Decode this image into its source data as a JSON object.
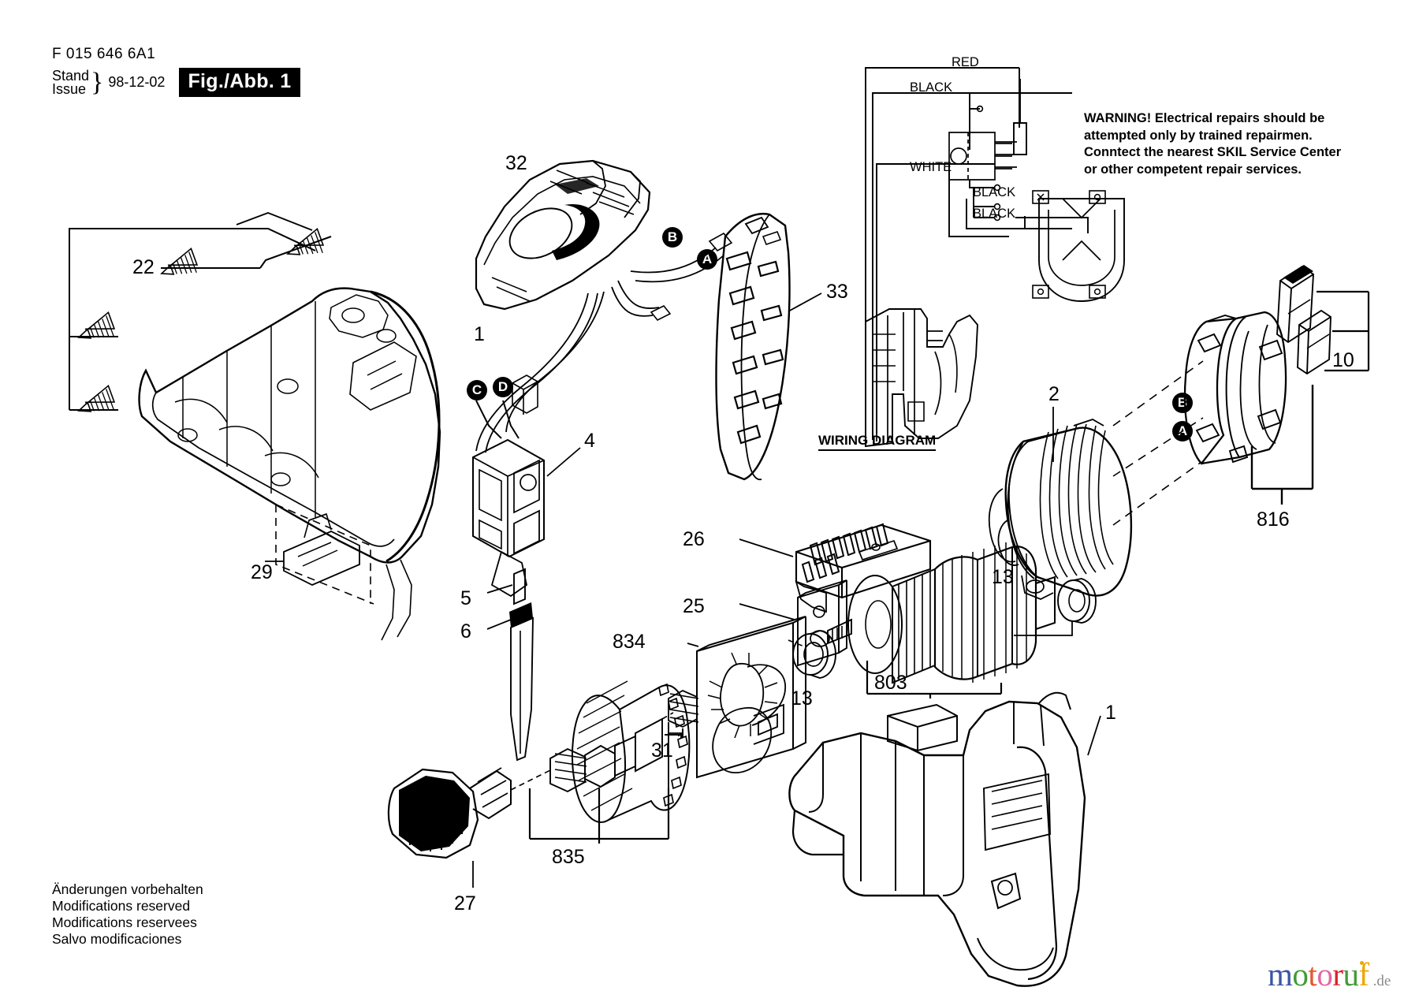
{
  "header": {
    "part_code": "F 015 646 6A1",
    "stand_label": "Stand",
    "issue_label": "Issue",
    "issue_date": "98-12-02",
    "figure_label": "Fig./Abb. 1"
  },
  "warning": {
    "line1": "WARNING! Electrical repairs should be",
    "line2": "attempted only by trained repairmen.",
    "line3": "Conntect the nearest SKIL Service Center",
    "line4": "or other competent repair services."
  },
  "wiring": {
    "caption": "WIRING DIAGRAM",
    "labels": {
      "red": "RED",
      "black_top": "BLACK",
      "white": "WHITE",
      "black_mid": "BLACK",
      "black_bottom": "BLACK"
    }
  },
  "callouts": [
    {
      "id": "22",
      "label": "22"
    },
    {
      "id": "1a",
      "label": "1"
    },
    {
      "id": "29",
      "label": "29"
    },
    {
      "id": "32",
      "label": "32"
    },
    {
      "id": "33",
      "label": "33"
    },
    {
      "id": "4",
      "label": "4"
    },
    {
      "id": "5",
      "label": "5"
    },
    {
      "id": "6",
      "label": "6"
    },
    {
      "id": "26",
      "label": "26"
    },
    {
      "id": "25",
      "label": "25"
    },
    {
      "id": "834",
      "label": "834"
    },
    {
      "id": "31",
      "label": "31"
    },
    {
      "id": "835",
      "label": "835"
    },
    {
      "id": "27",
      "label": "27"
    },
    {
      "id": "13a",
      "label": "13"
    },
    {
      "id": "13b",
      "label": "13"
    },
    {
      "id": "803",
      "label": "803"
    },
    {
      "id": "2",
      "label": "2"
    },
    {
      "id": "10",
      "label": "10"
    },
    {
      "id": "816",
      "label": "816"
    },
    {
      "id": "1b",
      "label": "1"
    }
  ],
  "badges": [
    {
      "id": "badge-a-left",
      "label": "A"
    },
    {
      "id": "badge-b-left",
      "label": "B"
    },
    {
      "id": "badge-c-left",
      "label": "C"
    },
    {
      "id": "badge-d-left",
      "label": "D"
    },
    {
      "id": "badge-a-right",
      "label": "A"
    },
    {
      "id": "badge-b-right",
      "label": "B"
    }
  ],
  "footer": {
    "de": "Änderungen vorbehalten",
    "en": "Modifications reserved",
    "fr": "Modifications reservees",
    "es": "Salvo modificaciones"
  },
  "watermark": {
    "letters": [
      {
        "ch": "m",
        "color": "#3b55a4"
      },
      {
        "ch": "o",
        "color": "#3f9c35"
      },
      {
        "ch": "t",
        "color": "#e8552d"
      },
      {
        "ch": "o",
        "color": "#e2679c"
      },
      {
        "ch": "r",
        "color": "#d72229"
      },
      {
        "ch": "u",
        "color": "#3f9c35"
      },
      {
        "ch": "f",
        "color": "#f0a500"
      }
    ],
    "suffix": ".de"
  },
  "colors": {
    "ink": "#000000",
    "paper": "#ffffff",
    "watermark_suffix": "#8a8a8a"
  }
}
